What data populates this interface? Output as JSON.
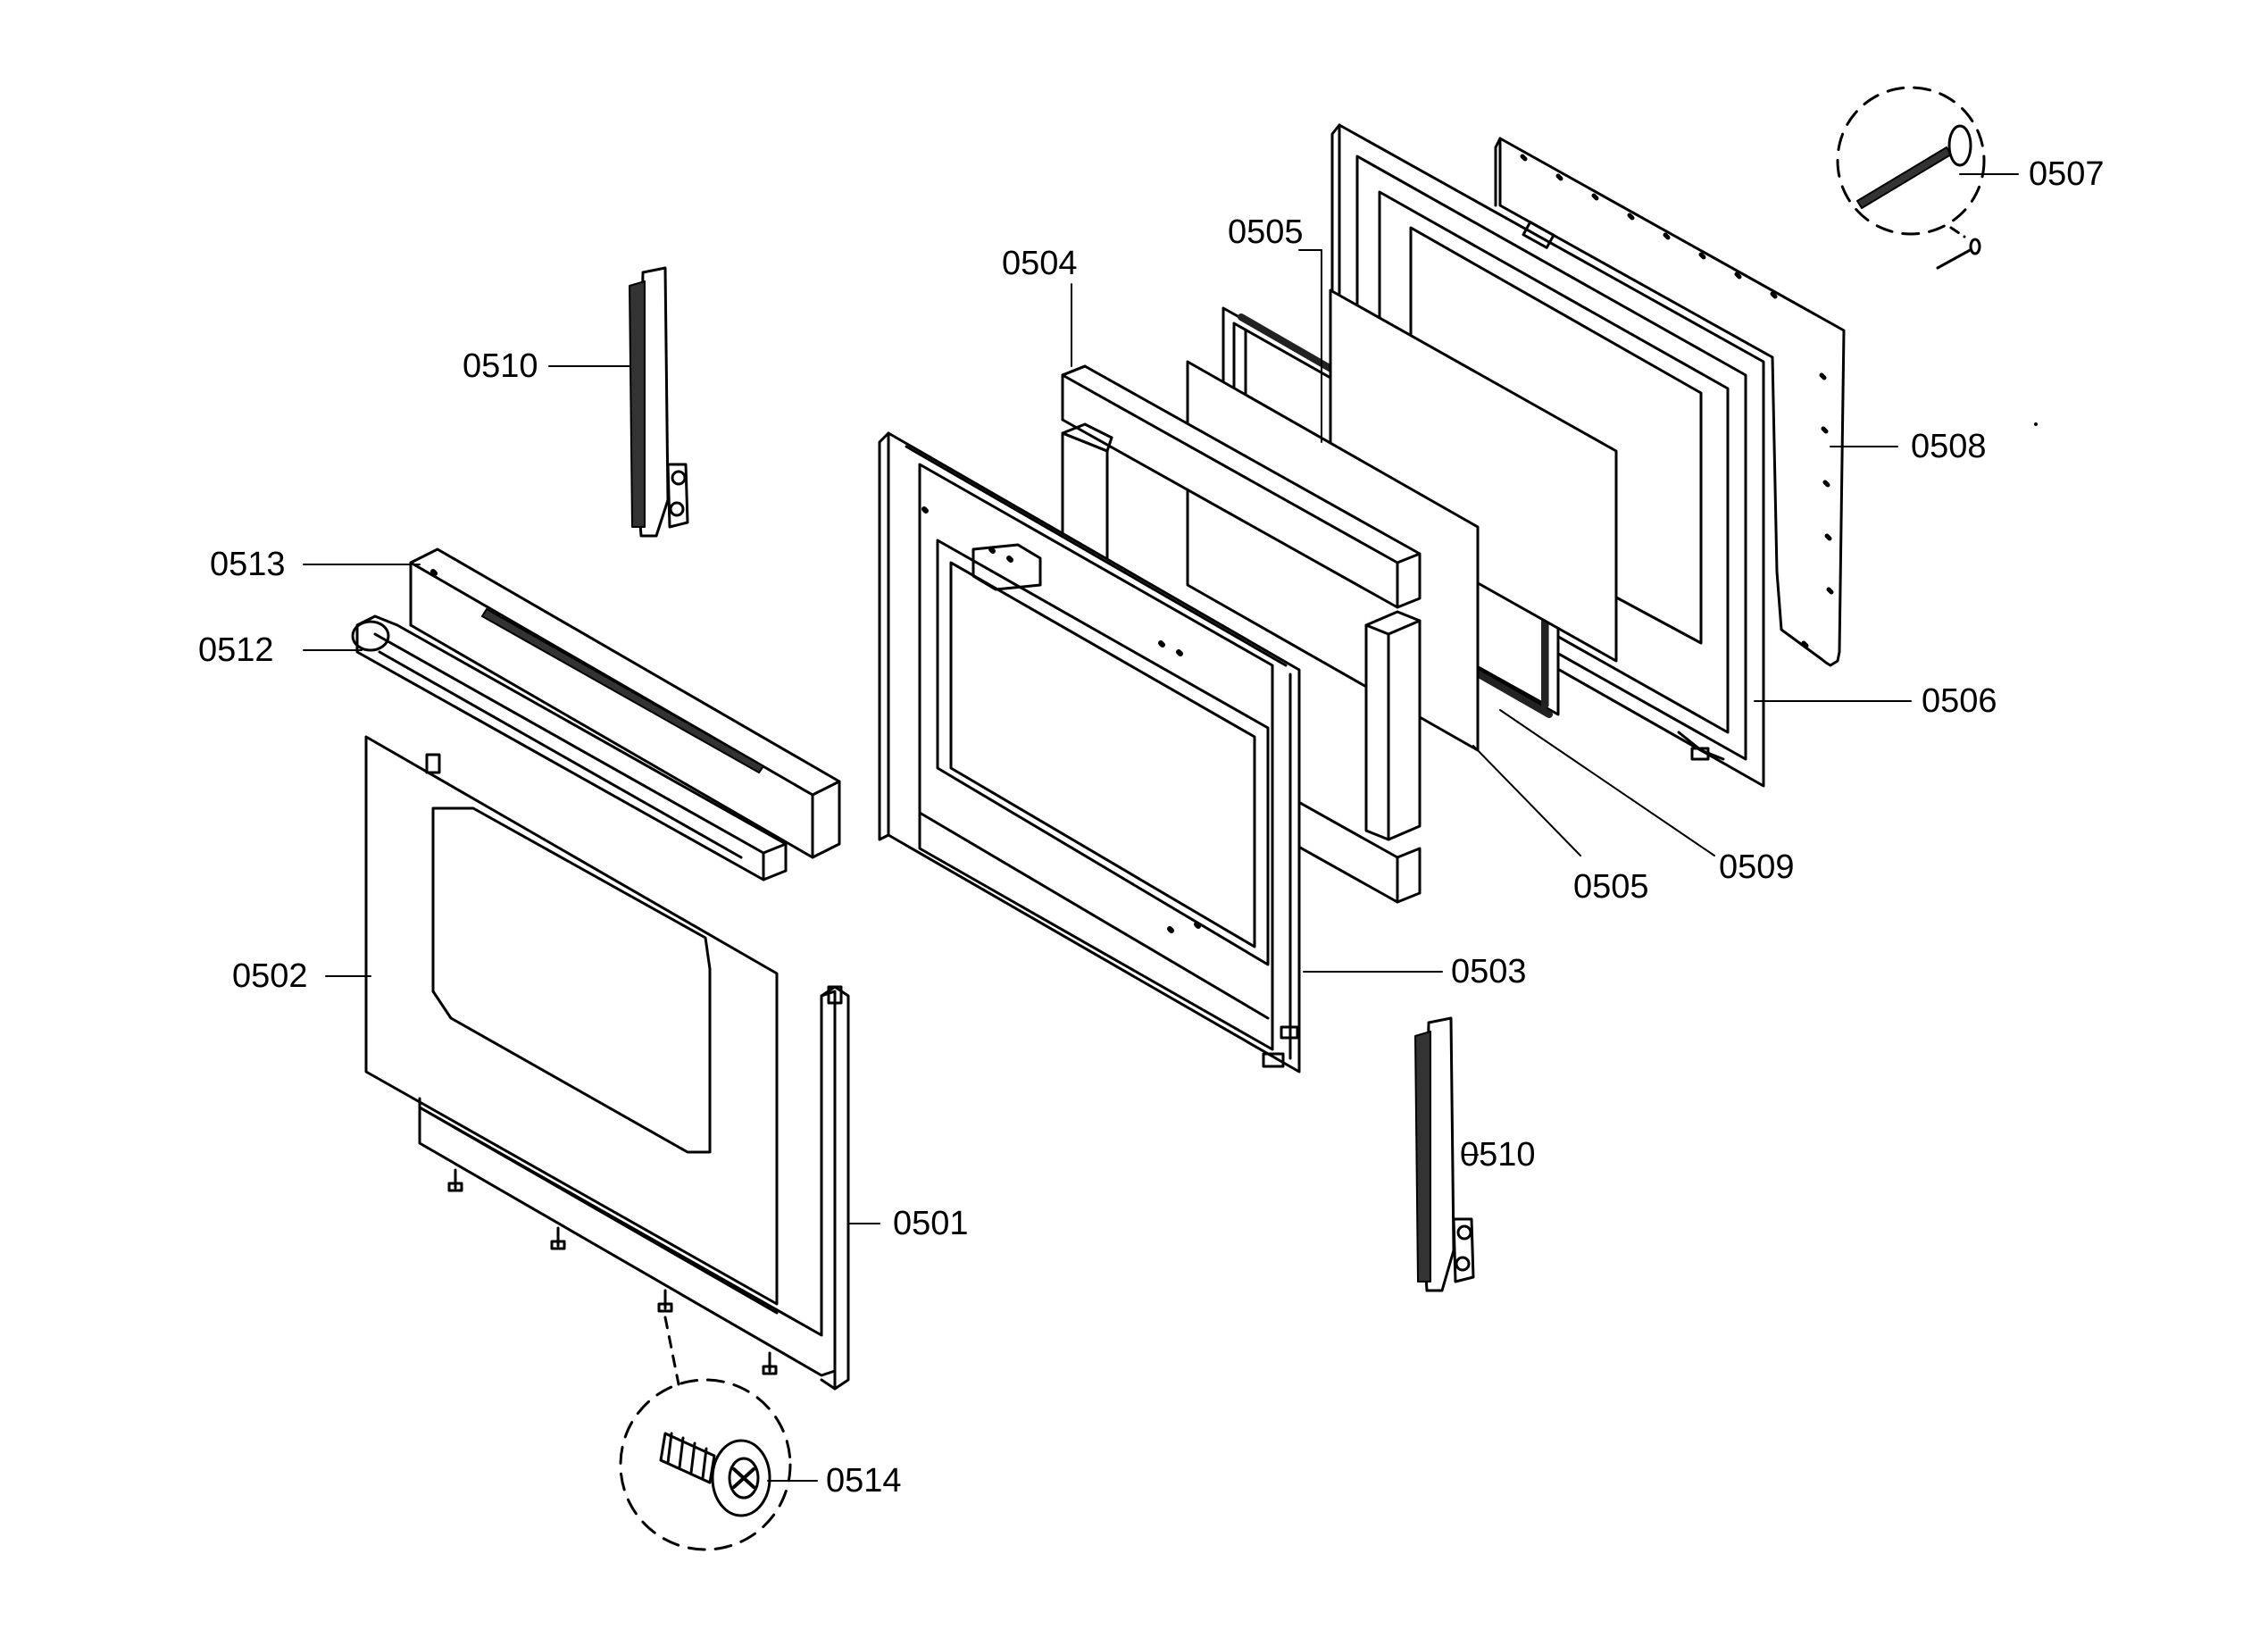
{
  "diagram": {
    "callouts": [
      {
        "id": "0501",
        "text": "0501"
      },
      {
        "id": "0502",
        "text": "0502"
      },
      {
        "id": "0503",
        "text": "0503"
      },
      {
        "id": "0504",
        "text": "0504"
      },
      {
        "id": "0505_top",
        "text": "0505"
      },
      {
        "id": "0505_bottom",
        "text": "0505"
      },
      {
        "id": "0506",
        "text": "0506"
      },
      {
        "id": "0507",
        "text": "0507"
      },
      {
        "id": "0508",
        "text": "0508"
      },
      {
        "id": "0509",
        "text": "0509"
      },
      {
        "id": "0510_top",
        "text": "0510"
      },
      {
        "id": "0510_bottom",
        "text": "0510"
      },
      {
        "id": "0512",
        "text": "0512"
      },
      {
        "id": "0513",
        "text": "0513"
      },
      {
        "id": "0514",
        "text": "0514"
      }
    ],
    "colors": {
      "line": "#000000",
      "fill": "#ffffff",
      "shade": "#333333"
    }
  }
}
